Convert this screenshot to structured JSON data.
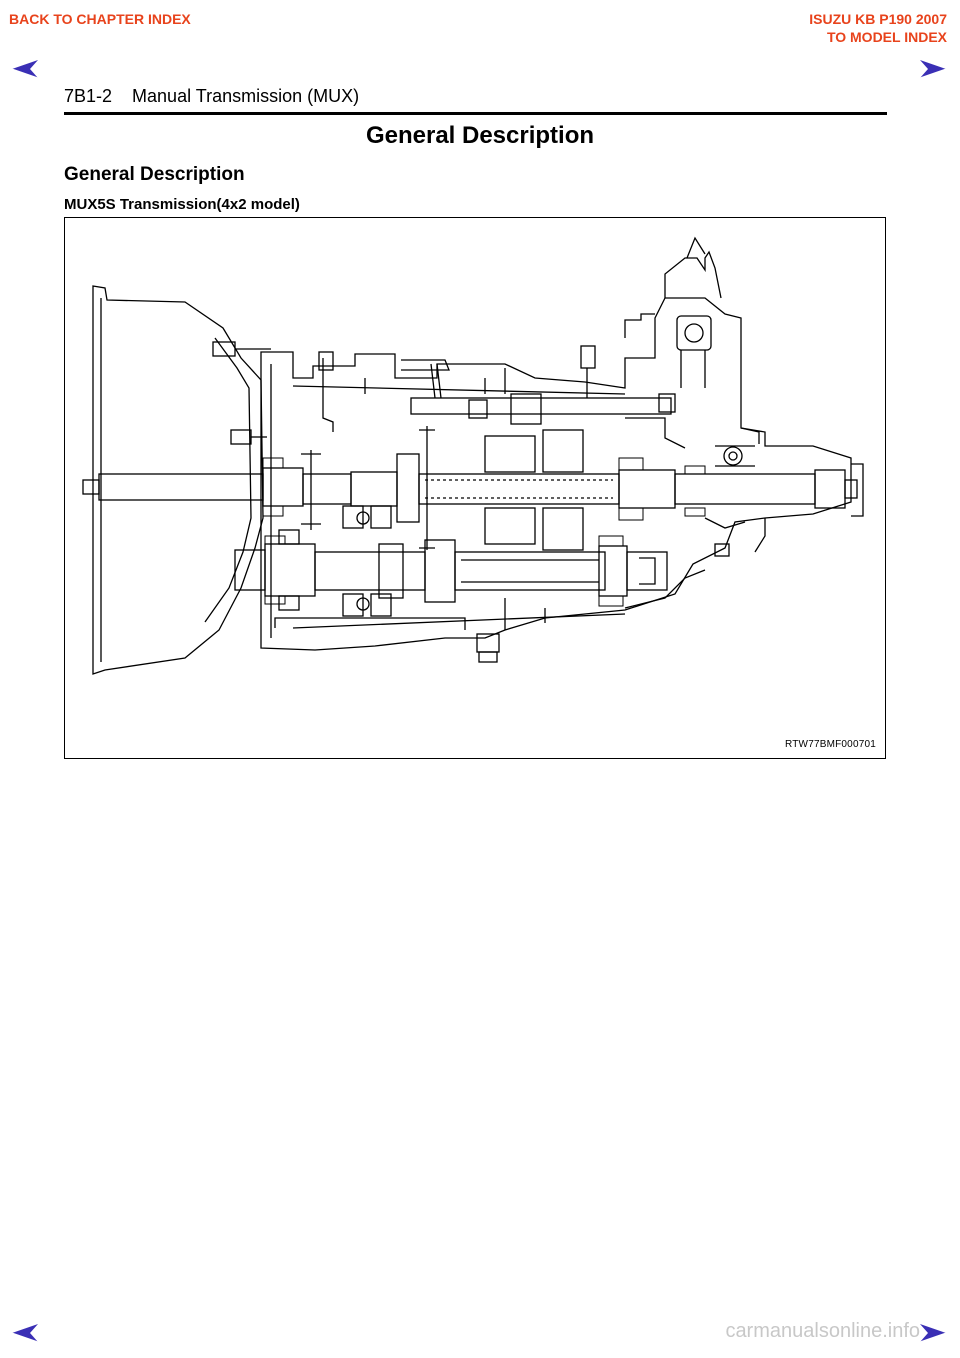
{
  "nav": {
    "back_chapter": "BACK TO CHAPTER INDEX",
    "model_title": "ISUZU KB P190 2007",
    "model_index": "TO MODEL INDEX",
    "link_color": "#e8431c",
    "arrow_color": "#3a2fb5",
    "arrows": [
      "prev-arrow-icon",
      "next-arrow-icon"
    ]
  },
  "header": {
    "page_label": "7B1-2    Manual Transmission (MUX)"
  },
  "section": {
    "title": "General Description",
    "subtitle": "General Description"
  },
  "figure": {
    "caption": "MUX5S Transmission(4x2 model)",
    "figure_id": "RTW77BMF000701"
  },
  "footer": {
    "watermark": "carmanualsonline.info"
  }
}
